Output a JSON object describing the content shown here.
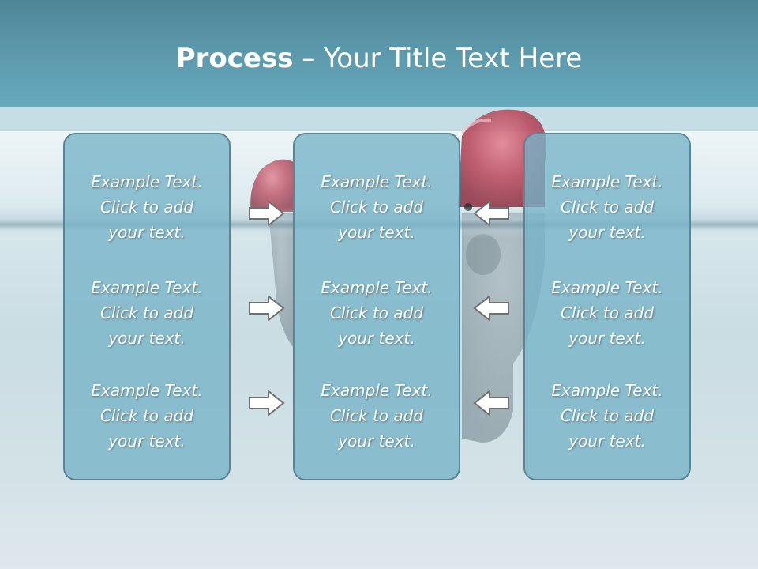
{
  "title": {
    "strong": "Process",
    "rest": " – Your Title Text Here"
  },
  "columns": [
    {
      "items": [
        {
          "line1": "Example Text.",
          "line2": "Click  to add",
          "line3": "your text."
        },
        {
          "line1": "Example Text.",
          "line2": "Click  to add",
          "line3": "your text."
        },
        {
          "line1": "Example Text.",
          "line2": "Click  to add",
          "line3": "your text."
        }
      ]
    },
    {
      "items": [
        {
          "line1": "Example Text.",
          "line2": "Click  to add",
          "line3": "your text."
        },
        {
          "line1": "Example Text.",
          "line2": "Click  to add",
          "line3": "your text."
        },
        {
          "line1": "Example Text.",
          "line2": "Click  to add",
          "line3": "your text."
        }
      ]
    },
    {
      "items": [
        {
          "line1": "Example Text.",
          "line2": "Click  to add",
          "line3": "your text."
        },
        {
          "line1": "Example Text.",
          "line2": "Click  to add",
          "line3": "your text."
        },
        {
          "line1": "Example Text.",
          "line2": "Click  to add",
          "line3": "your text."
        }
      ]
    }
  ],
  "icons": {
    "left_arrows": "arrow-right-icon",
    "right_arrows": "arrow-left-icon"
  },
  "colors": {
    "header": "#5b97aa",
    "box_fill": "#76b4c8",
    "box_border": "#5a8596",
    "text": "#ffffff"
  }
}
